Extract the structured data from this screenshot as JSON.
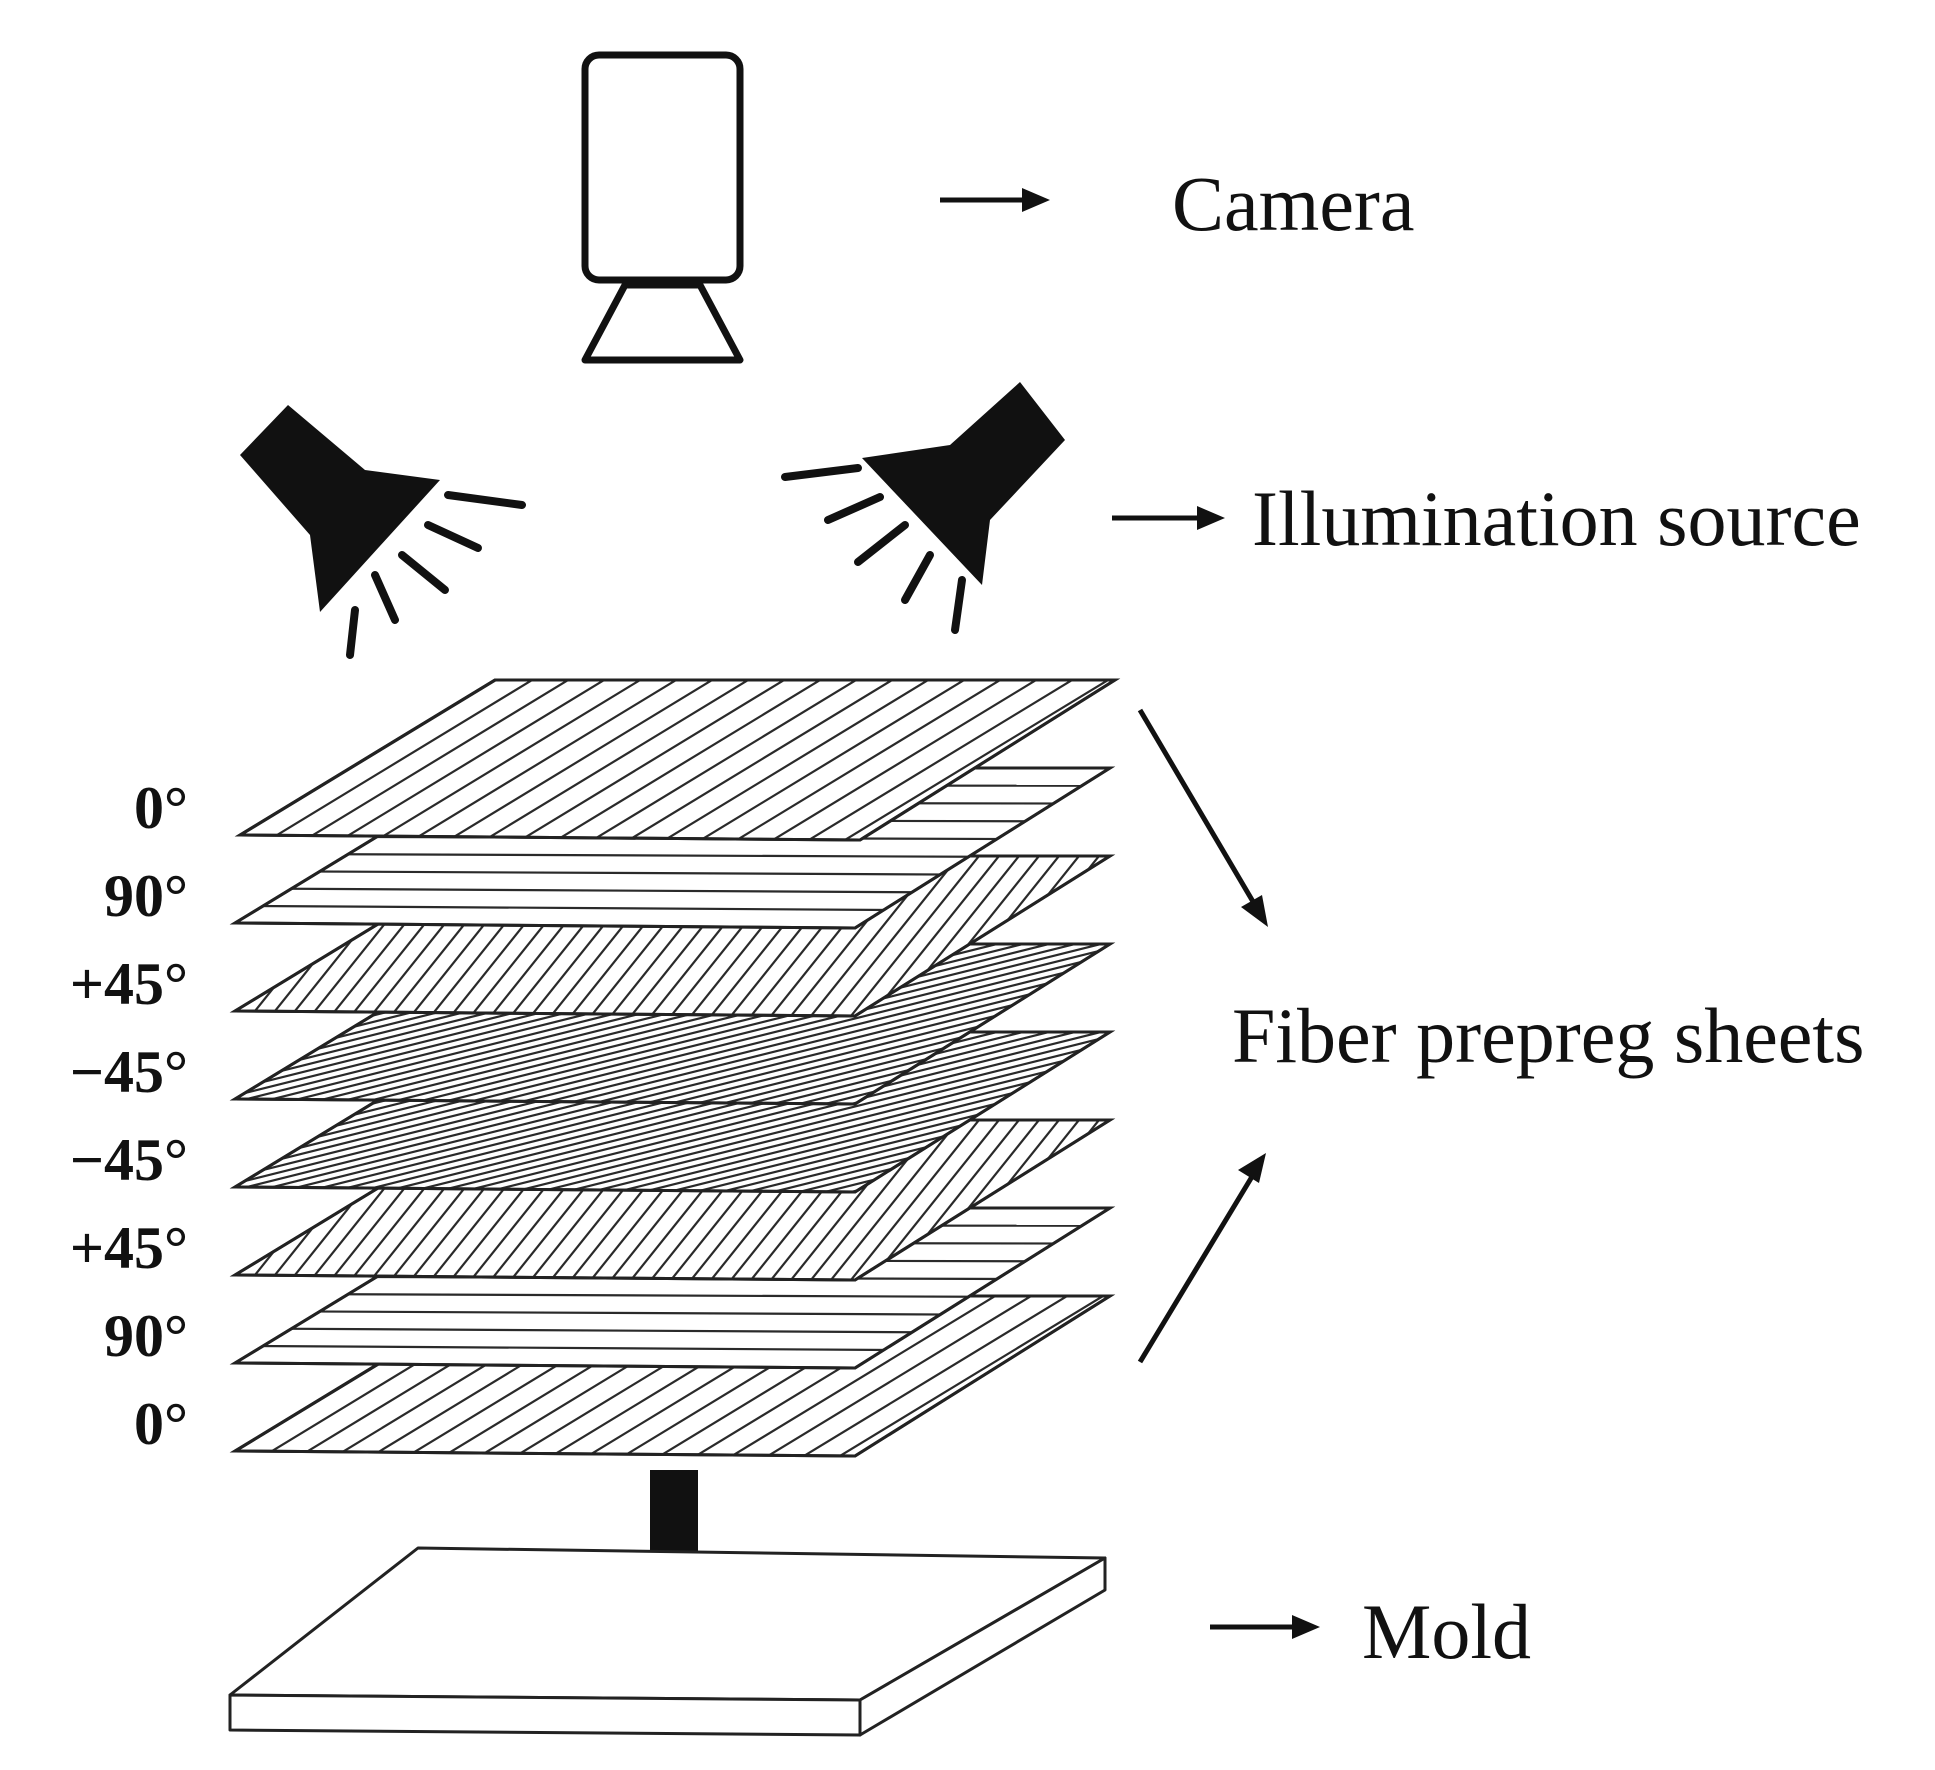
{
  "labels": {
    "camera": "Camera",
    "illumination": "Illumination source",
    "sheets": "Fiber prepreg sheets",
    "mold": "Mold"
  },
  "layers": [
    {
      "angle_label": "0°",
      "orientation": 0
    },
    {
      "angle_label": "90°",
      "orientation": 90
    },
    {
      "angle_label": "+45°",
      "orientation": 45
    },
    {
      "angle_label": "−45°",
      "orientation": -45
    },
    {
      "angle_label": "−45°",
      "orientation": -45
    },
    {
      "angle_label": "+45°",
      "orientation": 45
    },
    {
      "angle_label": "90°",
      "orientation": 90
    },
    {
      "angle_label": "0°",
      "orientation": 0
    }
  ],
  "icons": {
    "camera": "camera-icon",
    "lamp_left": "spotlight-icon",
    "lamp_right": "spotlight-icon",
    "down_arrow": "arrow-down-icon"
  },
  "colors": {
    "ink": "#111111",
    "background": "#ffffff"
  }
}
